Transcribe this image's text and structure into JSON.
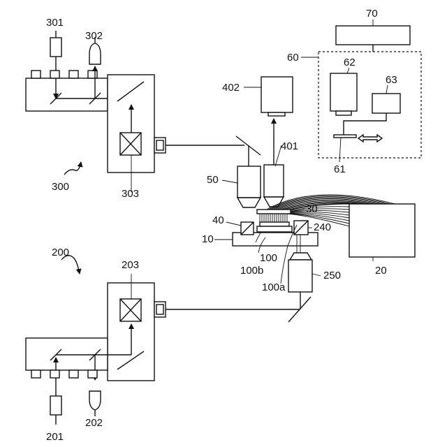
{
  "labels": {
    "l301": "301",
    "l302": "302",
    "l300": "300",
    "l303": "303",
    "l402": "402",
    "l401": "401",
    "l50": "50",
    "l30": "30",
    "l40": "40",
    "l10": "10",
    "l100": "100",
    "l100b": "100b",
    "l100a": "100a",
    "l240": "240",
    "l250": "250",
    "l200": "200",
    "l203": "203",
    "l201": "201",
    "l202": "202",
    "l70": "70",
    "l60": "60",
    "l62": "62",
    "l63": "63",
    "l61": "61",
    "l20": "20"
  }
}
